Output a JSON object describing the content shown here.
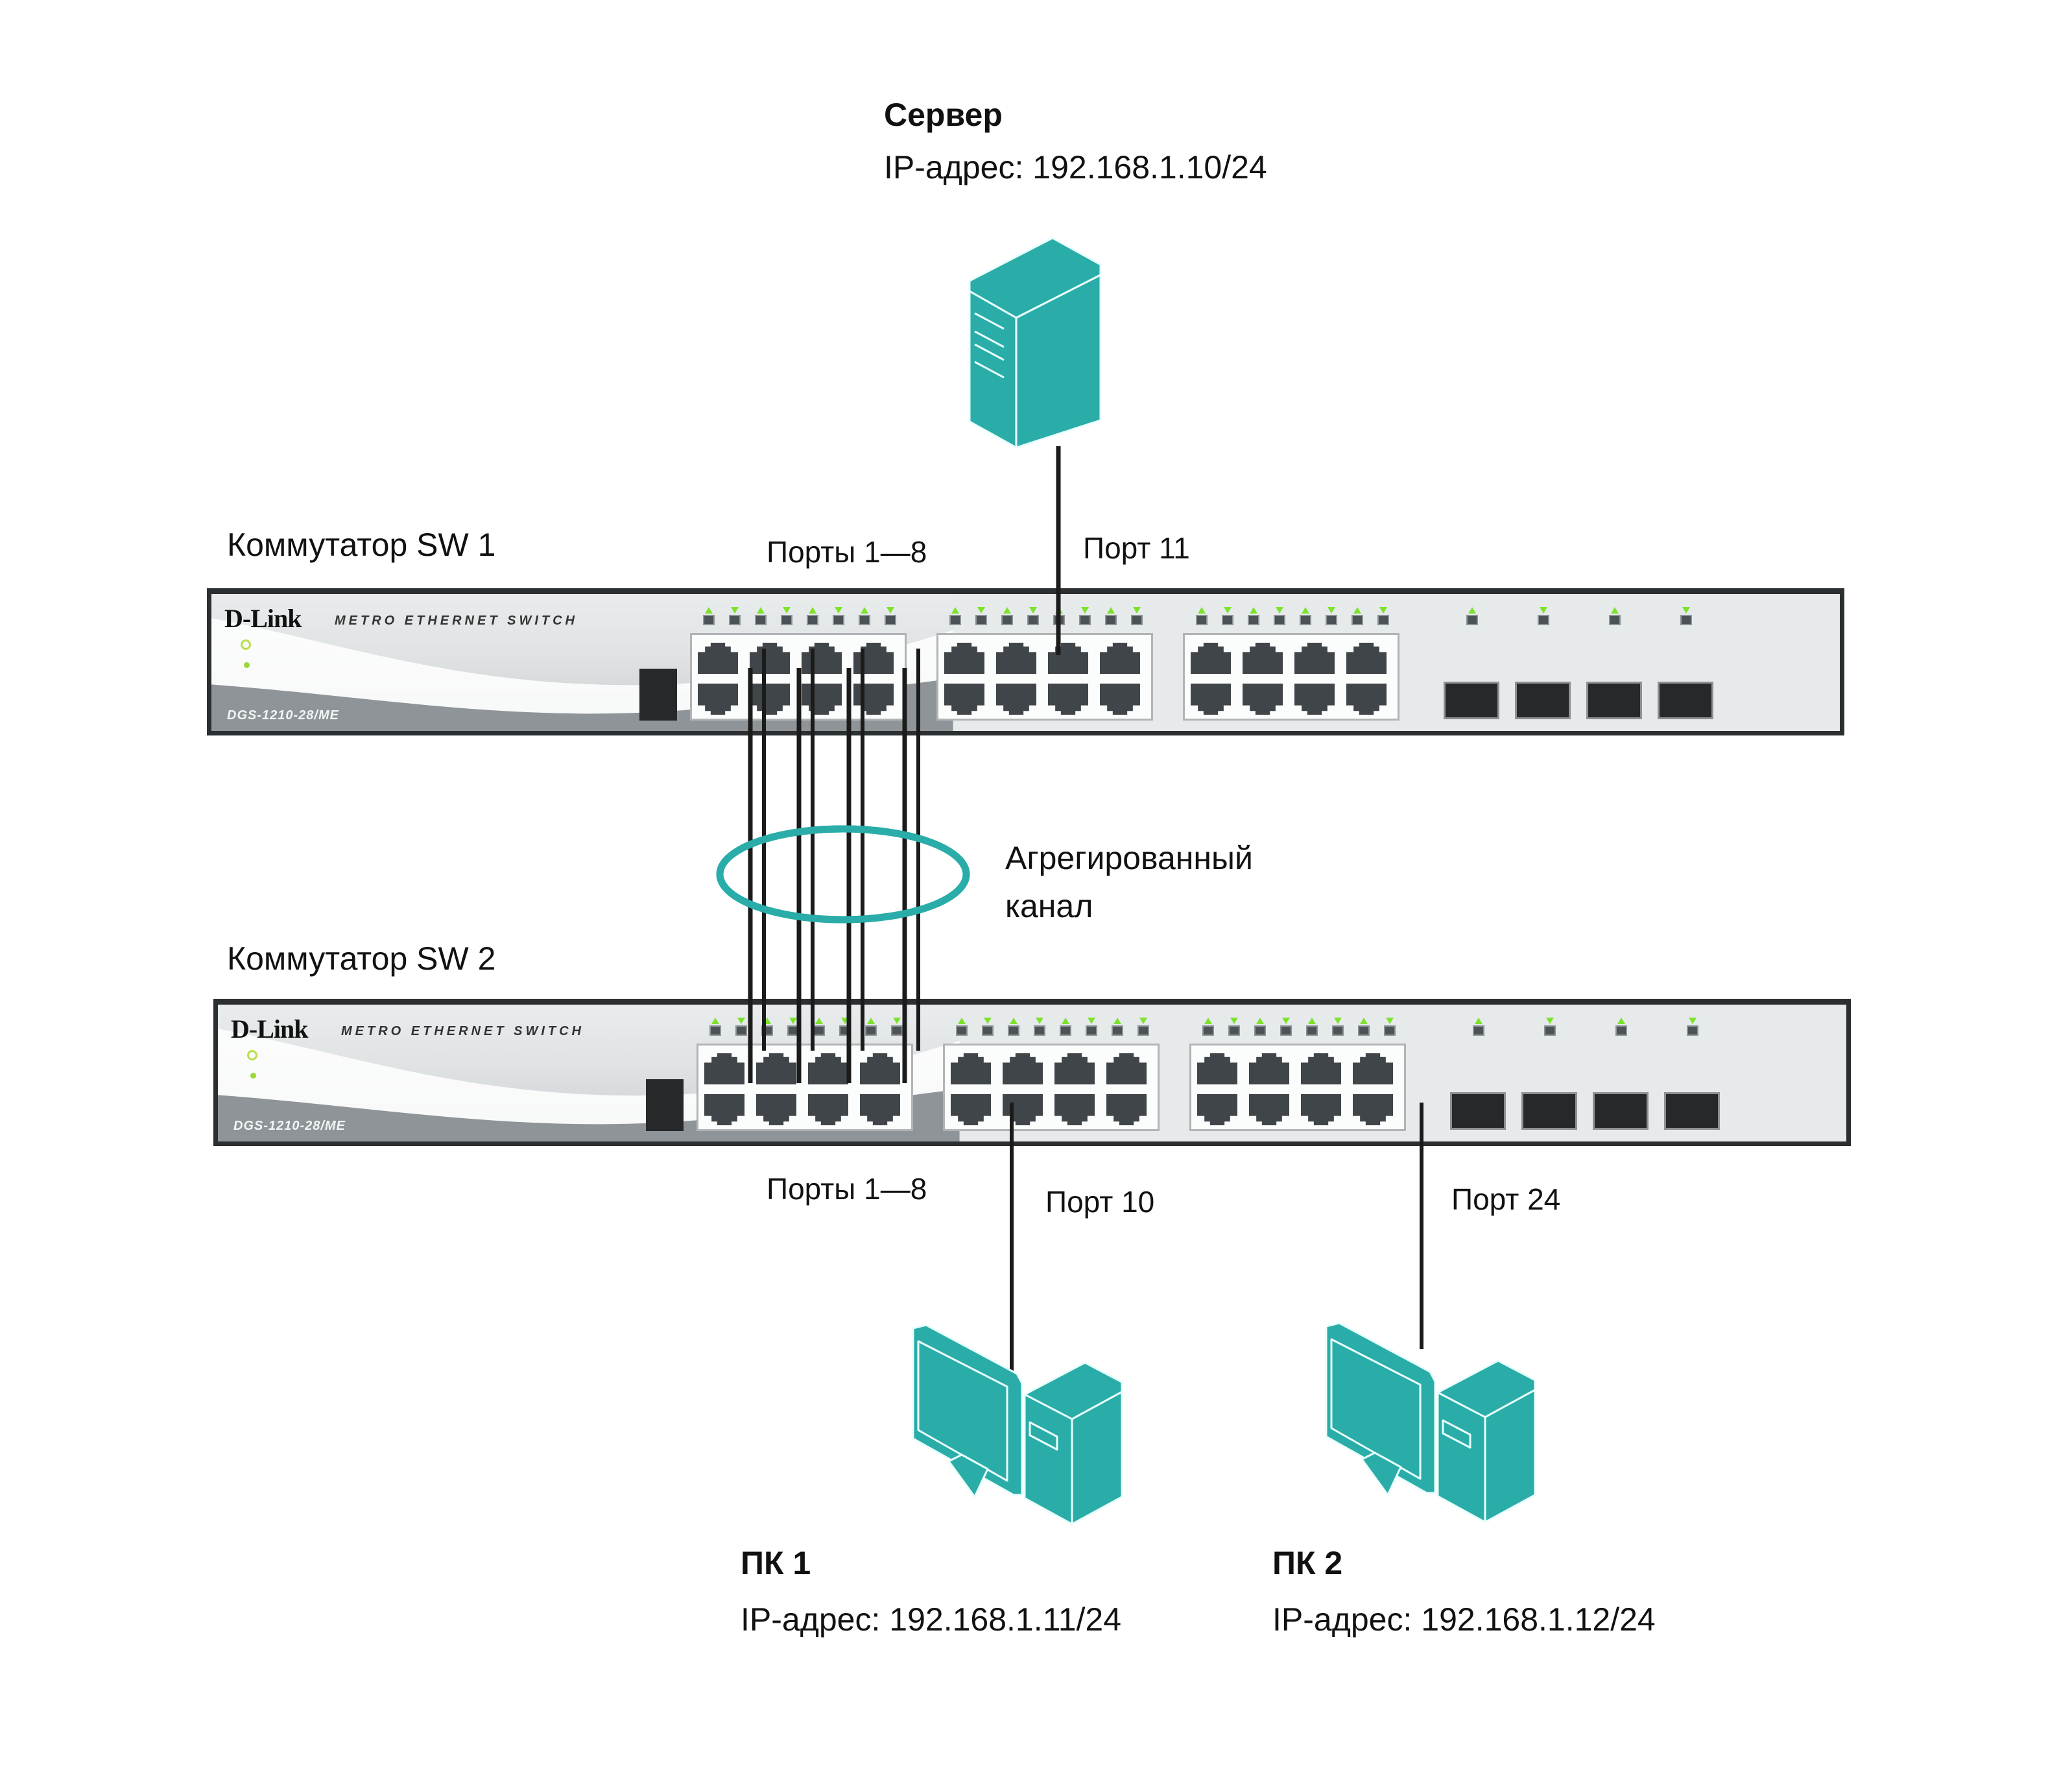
{
  "server": {
    "name": "Сервер",
    "ip": "IP-адрес: 192.168.1.10/24",
    "color": "#2aada8"
  },
  "sw1": {
    "title": "Коммутатор SW 1",
    "ports_label": "Порты 1—8",
    "uplink_label": "Порт 11",
    "brand": "D-Link",
    "series": "METRO ETHERNET SWITCH",
    "model": "DGS-1210-28/ME"
  },
  "sw2": {
    "title": "Коммутатор SW 2",
    "ports_label": "Порты 1—8",
    "pc1_port_label": "Порт 10",
    "pc2_port_label": "Порт 24",
    "brand": "D-Link",
    "series": "METRO ETHERNET SWITCH",
    "model": "DGS-1210-28/ME"
  },
  "aggregation": {
    "label_line1": "Агрегированный",
    "label_line2": "канал",
    "link_count": 8,
    "color": "#2aada8"
  },
  "pc1": {
    "name": "ПК 1",
    "ip": "IP-адрес: 192.168.1.11/24"
  },
  "pc2": {
    "name": "ПК 2",
    "ip": "IP-адрес: 192.168.1.12/24"
  },
  "colors": {
    "icon_teal": "#2aada8",
    "cable": "#1b1b1b",
    "led_green": "#7be32b"
  }
}
